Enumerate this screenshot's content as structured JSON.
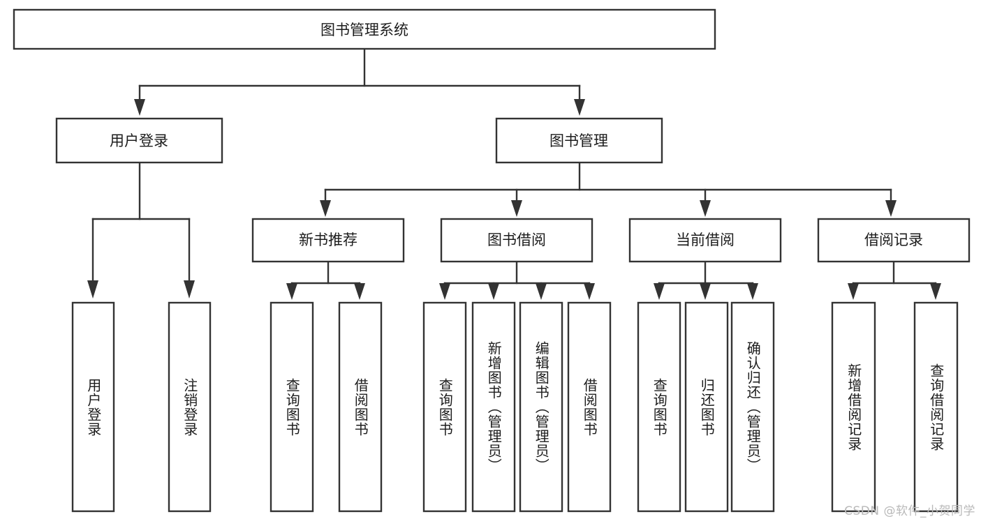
{
  "diagram": {
    "title": "图书管理系统",
    "type": "tree",
    "watermark": "CSDN @软件_小贺同学",
    "colors": {
      "stroke": "#333333",
      "box_fill": "#ffffff",
      "text": "#1c1c1c",
      "background": "#ffffff",
      "watermark": "#b9b9b9"
    },
    "levels": {
      "root": {
        "label": "图书管理系统"
      },
      "level2": [
        {
          "id": "user-login",
          "label": "用户登录"
        },
        {
          "id": "book-management",
          "label": "图书管理"
        }
      ],
      "level3": [
        {
          "id": "new-book-recommend",
          "label": "新书推荐",
          "parent": "book-management"
        },
        {
          "id": "book-borrow",
          "label": "图书借阅",
          "parent": "book-management"
        },
        {
          "id": "current-borrow",
          "label": "当前借阅",
          "parent": "book-management"
        },
        {
          "id": "borrow-record",
          "label": "借阅记录",
          "parent": "book-management"
        }
      ],
      "leaves": [
        {
          "id": "leaf-user-login",
          "label": "用户登录",
          "parent": "user-login"
        },
        {
          "id": "leaf-user-logout",
          "label": "注销登录",
          "parent": "user-login"
        },
        {
          "id": "leaf-query-book-1",
          "label": "查询图书",
          "parent": "new-book-recommend"
        },
        {
          "id": "leaf-borrow-book-1",
          "label": "借阅图书",
          "parent": "new-book-recommend"
        },
        {
          "id": "leaf-query-book-2",
          "label": "查询图书",
          "parent": "book-borrow"
        },
        {
          "id": "leaf-add-book",
          "label": "新增图书（管理员）",
          "parent": "book-borrow"
        },
        {
          "id": "leaf-edit-book",
          "label": "编辑图书（管理员）",
          "parent": "book-borrow"
        },
        {
          "id": "leaf-borrow-book-2",
          "label": "借阅图书",
          "parent": "book-borrow"
        },
        {
          "id": "leaf-query-book-3",
          "label": "查询图书",
          "parent": "current-borrow"
        },
        {
          "id": "leaf-return-book",
          "label": "归还图书",
          "parent": "current-borrow"
        },
        {
          "id": "leaf-confirm-return",
          "label": "确认归还（管理员）",
          "parent": "current-borrow"
        },
        {
          "id": "leaf-add-record",
          "label": "新增借阅记录",
          "parent": "borrow-record"
        },
        {
          "id": "leaf-query-record",
          "label": "查询借阅记录",
          "parent": "borrow-record"
        }
      ]
    }
  }
}
